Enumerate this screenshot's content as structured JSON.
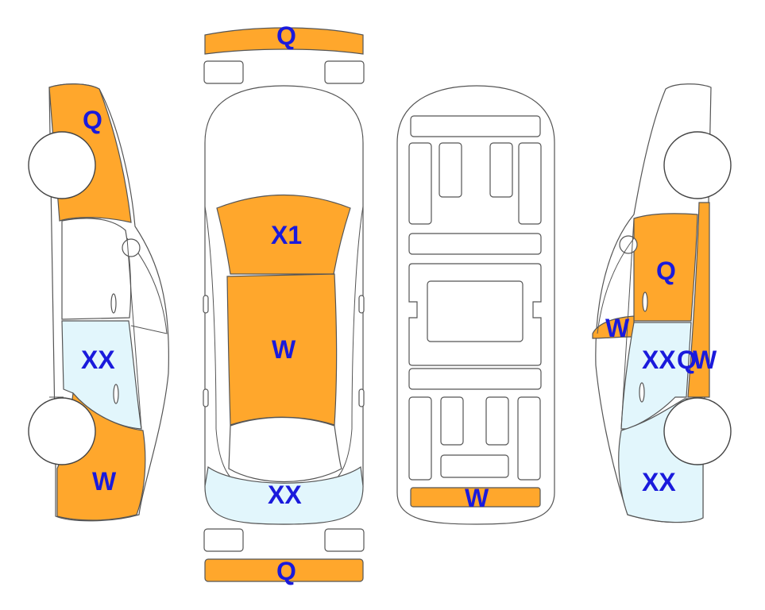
{
  "colors": {
    "damage_orange": "#ffa72c",
    "damage_blue": "#e2f6fc",
    "label_text": "#1a1adc"
  },
  "labels": {
    "front_bumper": "Q",
    "rear_bumper": "Q",
    "left_front_fender": "Q",
    "left_rear_door": "XX",
    "left_rear_quarter": "W",
    "roof_front": "X1",
    "roof": "W",
    "trunk": "XX",
    "underbody_rear": "W",
    "right_front_door": "Q",
    "right_mirror": "W",
    "right_rear_door": "XX",
    "right_pillar_q": "Q",
    "right_pillar_w": "W",
    "right_rear_quarter": "XX"
  }
}
